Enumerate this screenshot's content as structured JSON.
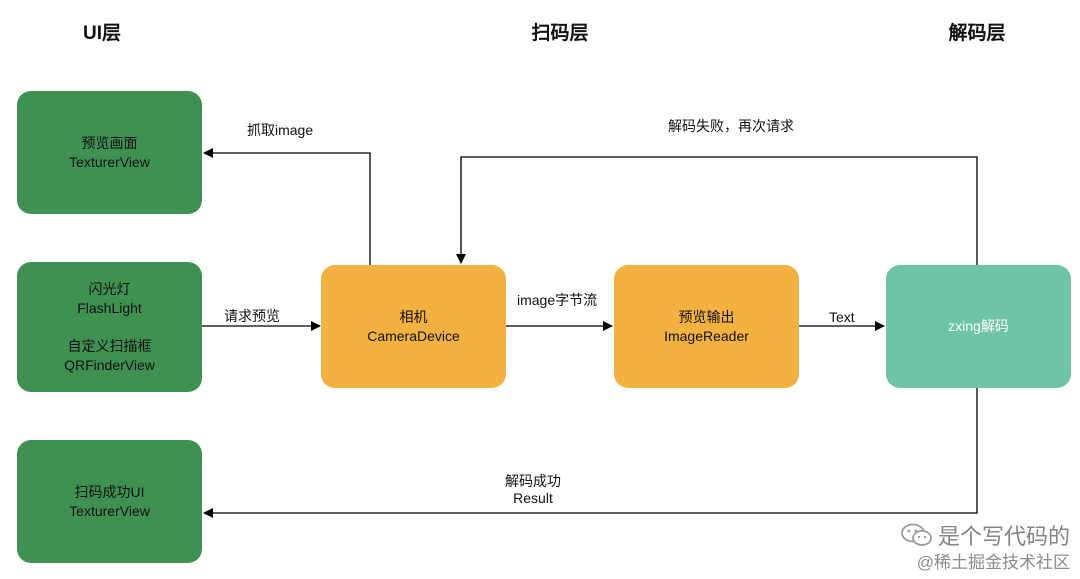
{
  "layers": {
    "ui": "UI层",
    "scan": "扫码层",
    "decode": "解码层"
  },
  "boxes": {
    "preview": {
      "line1": "预览画面",
      "line2": "TexturerView"
    },
    "flash": {
      "line1": "闪光灯",
      "line2": "FlashLight",
      "line3": "自定义扫描框",
      "line4": "QRFinderView"
    },
    "success": {
      "line1": "扫码成功UI",
      "line2": "TexturerView"
    },
    "camera": {
      "line1": "相机",
      "line2": "CameraDevice"
    },
    "reader": {
      "line1": "预览输出",
      "line2": "ImageReader"
    },
    "zxing": {
      "line1": "zxing解码"
    }
  },
  "labels": {
    "grab_image": "抓取image",
    "request_preview": "请求预览",
    "byte_stream": "image字节流",
    "text": "Text",
    "decode_fail": "解码失败，再次请求",
    "decode_success": "解码成功",
    "result": "Result"
  },
  "watermark": {
    "line1": "是个写代码的",
    "line2": "@稀土掘金技术社区",
    "icon": "wechat-icon"
  },
  "colors": {
    "ui_box": "#3f9152",
    "scan_box": "#f3b23f",
    "decode_box": "#6ec4a6",
    "arrow": "#000000"
  }
}
